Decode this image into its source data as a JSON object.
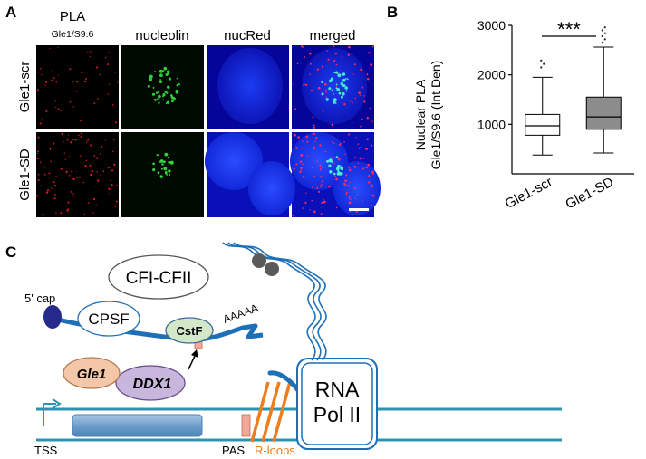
{
  "panel_a": {
    "letter": "A",
    "col_headers": [
      "PLA",
      "nucleolin",
      "nucRed",
      "merged"
    ],
    "pla_subheader": "Gle1/S9.6",
    "row_labels": [
      "Gle1-scr",
      "Gle1-SD"
    ]
  },
  "panel_b": {
    "letter": "B",
    "ylabel_line1": "Nuclear PLA",
    "ylabel_line2": "Gle1/S9.6 (Int Den)",
    "significance": "***"
  },
  "chart_data": {
    "type": "box",
    "categories": [
      "Gle1-scr",
      "Gle1-SD"
    ],
    "ylim": [
      0,
      3000
    ],
    "yticks": [
      1000,
      2000,
      3000
    ],
    "boxes": [
      {
        "category": "Gle1-scr",
        "whisker_low": 380,
        "q1": 780,
        "median": 970,
        "q3": 1200,
        "whisker_high": 1950,
        "outliers": [
          2150,
          2220,
          2290
        ],
        "fill": "#ffffff"
      },
      {
        "category": "Gle1-SD",
        "whisker_low": 420,
        "q1": 900,
        "median": 1150,
        "q3": 1550,
        "whisker_high": 2560,
        "outliers": [
          2650,
          2720,
          2780,
          2840,
          2900,
          2960
        ],
        "fill": "#8c8c8c"
      }
    ]
  },
  "panel_c": {
    "letter": "C",
    "five_cap": "5' cap",
    "cfi_cfii": "CFI-CFII",
    "cpsf": "CPSF",
    "cstf": "CstF",
    "polya": "AAAAA",
    "gle1": "Gle1",
    "ddx1": "DDX1",
    "rnapol_line1": "RNA",
    "rnapol_line2": "Pol II",
    "tss": "TSS",
    "pas": "PAS",
    "rloops": "R-loops",
    "colors": {
      "rna_blue": "#1d6fb8",
      "cap_navy": "#262a8a",
      "cstf_green": "#d3e8c9",
      "gle1_peach": "#f3c7a8",
      "ddx1_lavender": "#c9b6dc",
      "exon_blue": "#7fa9cf",
      "pas_salmon": "#f0a898",
      "rloop_orange": "#ee7d1f"
    }
  }
}
